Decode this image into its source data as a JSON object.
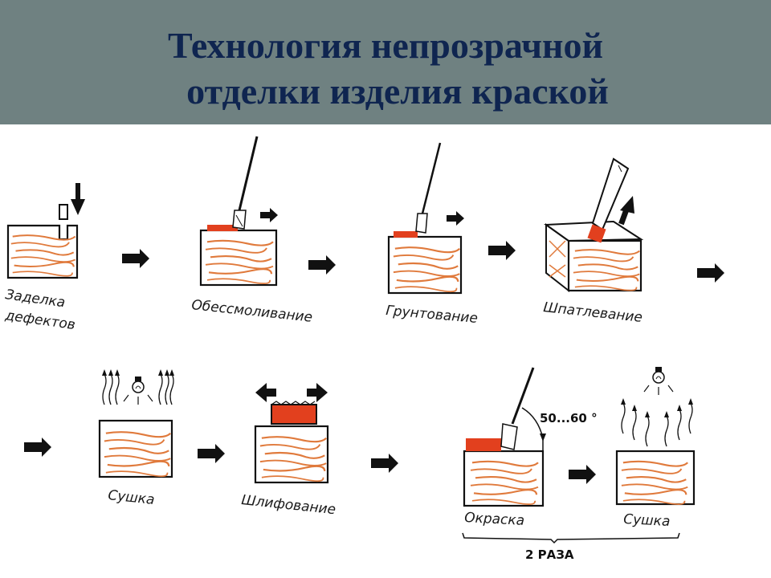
{
  "title": {
    "line1": "Технология непрозрачной",
    "line2": "отделки изделия краской"
  },
  "steps": [
    {
      "label_lines": [
        "Заделка",
        "дефектов"
      ],
      "icon": "plug-insert-icon"
    },
    {
      "label_lines": [
        "Обессмоливание"
      ],
      "icon": "brush-icon"
    },
    {
      "label_lines": [
        "Грунтование"
      ],
      "icon": "brush-icon"
    },
    {
      "label_lines": [
        "Шпатлевание"
      ],
      "icon": "spatula-icon"
    },
    {
      "label_lines": [
        "Сушка"
      ],
      "icon": "lamp-icon"
    },
    {
      "label_lines": [
        "Шлифование"
      ],
      "icon": "sanding-block-icon"
    },
    {
      "label_lines": [
        "Окраска"
      ],
      "icon": "brush-icon"
    },
    {
      "label_lines": [
        "Сушка"
      ],
      "icon": "lamp-icon"
    }
  ],
  "angle_label": "50...60 °",
  "repeat_label": "2 РАЗА",
  "colors": {
    "title_bar": "#6f8181",
    "title_text": "#0f2550",
    "wood_grain": "#e07a3c",
    "paint": "#e2401e",
    "ink": "#111111"
  }
}
